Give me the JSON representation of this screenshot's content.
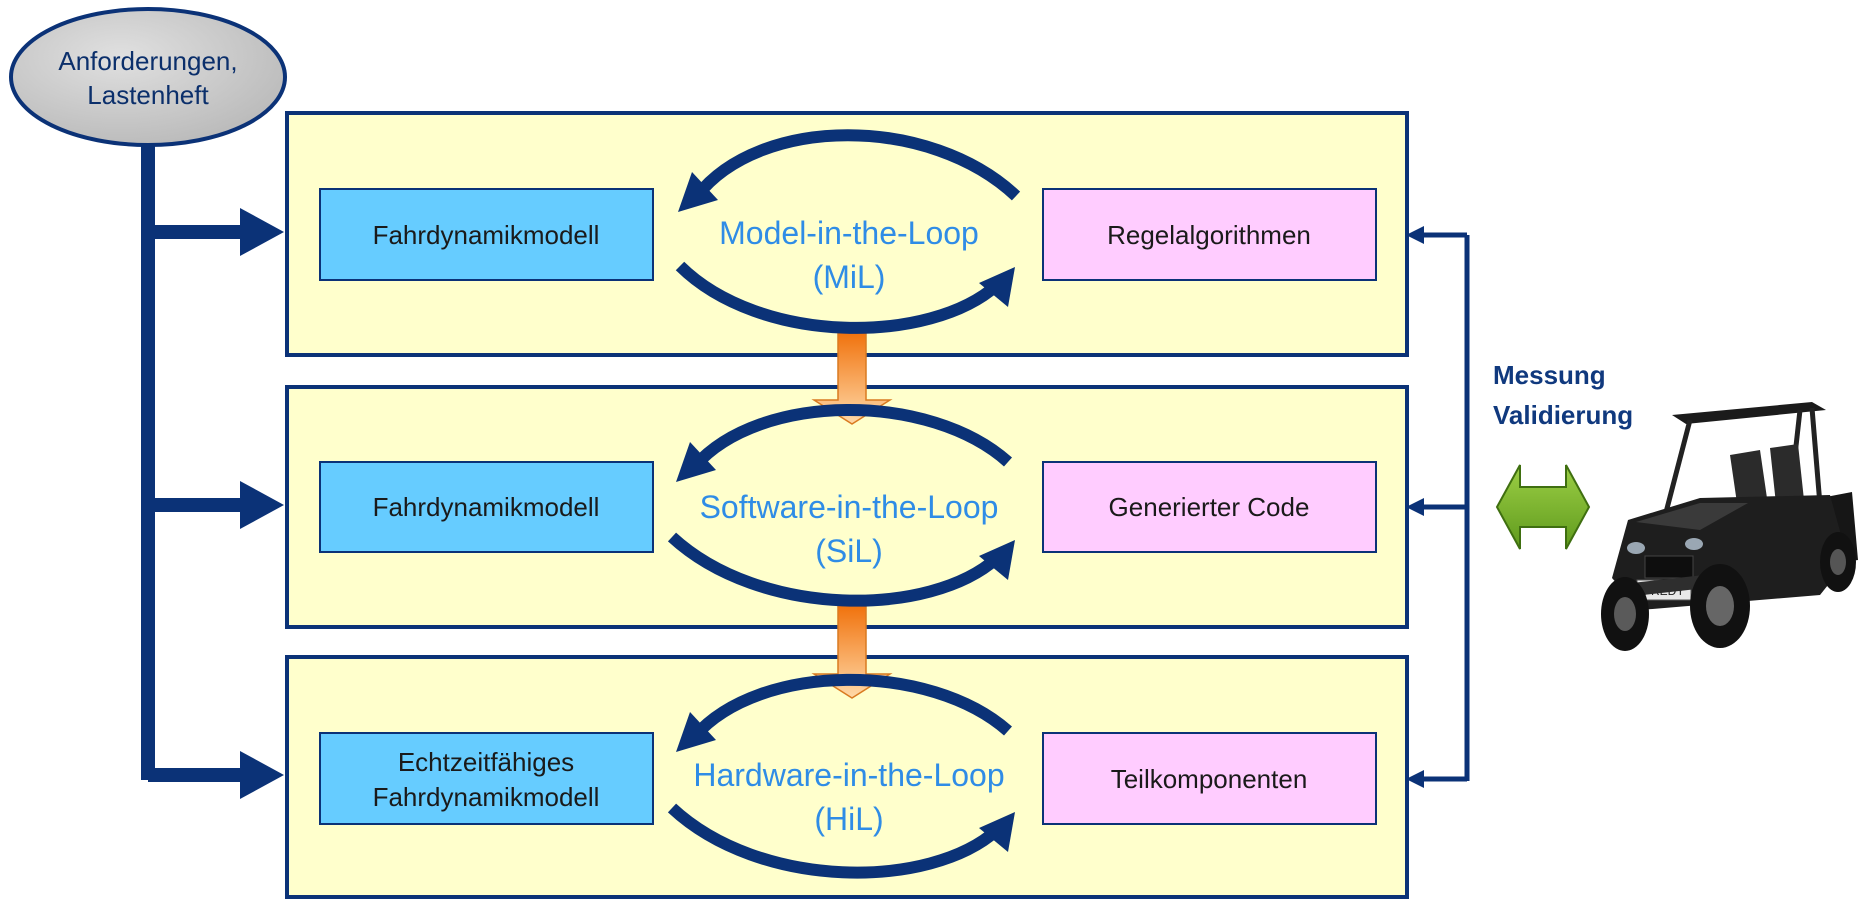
{
  "requirements": {
    "lines": [
      "Anforderungen,",
      "Lastenheft"
    ]
  },
  "levels": [
    {
      "left_box": [
        "Fahrdynamikmodell"
      ],
      "loop_label": [
        "Model-in-the-Loop",
        "(MiL)"
      ],
      "right_box": [
        "Regelalgorithmen"
      ]
    },
    {
      "left_box": [
        "Fahrdynamikmodell"
      ],
      "loop_label": [
        "Software-in-the-Loop",
        "(SiL)"
      ],
      "right_box": [
        "Generierter Code"
      ]
    },
    {
      "left_box": [
        "Echtzeitfähiges",
        "Fahrdynamikmodell"
      ],
      "loop_label": [
        "Hardware-in-the-Loop",
        "(HiL)"
      ],
      "right_box": [
        "Teilkomponenten"
      ]
    }
  ],
  "feedback": {
    "lines": [
      "Messung",
      "Validierung"
    ]
  },
  "vehicle": {
    "plate": "FREDY"
  },
  "colors": {
    "navy": "#0b3277",
    "level_fill": "#ffffcc",
    "left_box_fill": "#66ccff",
    "right_box_fill": "#ffccff",
    "loop_text": "#2f8ce6",
    "side_text": "#10397e",
    "req_fill": "#c8c8c8",
    "green_arrow": "#7bb32e",
    "orange_arrow": "#f07a10"
  }
}
